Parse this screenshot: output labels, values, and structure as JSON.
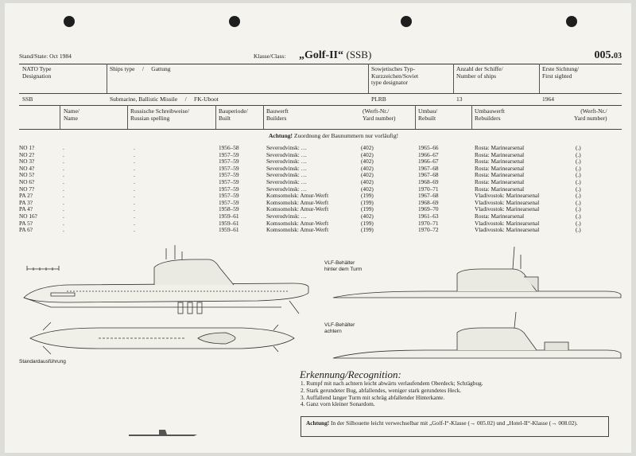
{
  "header": {
    "stand_label": "Stand/State: Oct 1984",
    "klasse_label": "Klasse/Class:",
    "class_name": "„Golf-II“",
    "class_suffix": "(SSB)",
    "doc_number_main": "005.",
    "doc_number_sub": "03"
  },
  "info_head": {
    "nato_type": "NATO Type\nDesignation",
    "ships_type": "Ships type     /     Gattung",
    "soviet_type": "Sowjetisches Typ-\nKurzzeichen/Soviet\ntype designator",
    "num_ships": "Anzahl der Schiffe/\nNumber of ships",
    "first_sighted": "Erste Sichtung/\nFirst sighted"
  },
  "info_values": {
    "nato_type": "SSB",
    "ships_type": "Submarine, Ballistic Missile     /     FK-Uboot",
    "soviet_type": "PLRB",
    "num_ships": "13",
    "first_sighted": "1964"
  },
  "col_heads": {
    "name": "Name/\nName",
    "russian": "Russische Schreibweise/\nRussian spelling",
    "built": "Bauperiode/\nBuilt",
    "builders": "Bauwerft\nBuilders",
    "yard": "(Werft-Nr./\nYard number)",
    "rebuilt": "Umbau/\nRebuilt",
    "rebuilders": "Umbauwerft\nRebuilders",
    "yard2": "(Werft-Nr./\nYard number)"
  },
  "achtung_line": {
    "bold": "Achtung!",
    "text": " Zuordnung der Baunummern nur vorläufig!"
  },
  "ships": [
    {
      "name": "NO 1?",
      "ru": ".",
      "built": "1956–58",
      "builder": "Severodvinsk: …",
      "yard": "(402)",
      "rebuilt": "1965–66",
      "rebuilder": "Rosta: Marinearsenal",
      "yard2": "(.)"
    },
    {
      "name": "NO 2?",
      "ru": ".",
      "built": "1957–59",
      "builder": "Severodvinsk: …",
      "yard": "(402)",
      "rebuilt": "1966–67",
      "rebuilder": "Rosta: Marinearsenal",
      "yard2": "(.)"
    },
    {
      "name": "NO 3?",
      "ru": ".",
      "built": "1957–59",
      "builder": "Severodvinsk: …",
      "yard": "(402)",
      "rebuilt": "1966–67",
      "rebuilder": "Rosta: Marinearsenal",
      "yard2": "(.)"
    },
    {
      "name": "NO 4?",
      "ru": ".",
      "built": "1957–59",
      "builder": "Severodvinsk: …",
      "yard": "(402)",
      "rebuilt": "1967–68",
      "rebuilder": "Rosta: Marinearsenal",
      "yard2": "(.)"
    },
    {
      "name": "NO 5?",
      "ru": ".",
      "built": "1957–59",
      "builder": "Severodvinsk: …",
      "yard": "(402)",
      "rebuilt": "1967–68",
      "rebuilder": "Rosta: Marinearsenal",
      "yard2": "(.)"
    },
    {
      "name": "NO 6?",
      "ru": ".",
      "built": "1957–59",
      "builder": "Severodvinsk: …",
      "yard": "(402)",
      "rebuilt": "1968–69",
      "rebuilder": "Rosta: Marinearsenal",
      "yard2": "(.)"
    },
    {
      "name": "NO 7?",
      "ru": ".",
      "built": "1957–59",
      "builder": "Severodvinsk: …",
      "yard": "(402)",
      "rebuilt": "1970–71",
      "rebuilder": "Rosta: Marinearsenal",
      "yard2": "(.)"
    },
    {
      "name": "PA 2?",
      "ru": ".",
      "built": "1957–59",
      "builder": "Komsomolsk: Amur-Werft",
      "yard": "(199)",
      "rebuilt": "1967–68",
      "rebuilder": "Vladivostok: Marinearsenal",
      "yard2": "(.)"
    },
    {
      "name": "PA 3?",
      "ru": ".",
      "built": "1957–59",
      "builder": "Komsomolsk: Amur-Werft",
      "yard": "(199)",
      "rebuilt": "1968–69",
      "rebuilder": "Vladivostok: Marinearsenal",
      "yard2": "(.)"
    },
    {
      "name": "PA 4?",
      "ru": ".",
      "built": "1958–59",
      "builder": "Komsomolsk: Amur-Werft",
      "yard": "(199)",
      "rebuilt": "1969–70",
      "rebuilder": "Vladivostok: Marinearsenal",
      "yard2": "(.)"
    },
    {
      "name": "NO 16?",
      "ru": ".",
      "built": "1959–61",
      "builder": "Severodvinsk: …",
      "yard": "(402)",
      "rebuilt": "1961–63",
      "rebuilder": "Rosta: Marinearsenal",
      "yard2": "(.)"
    },
    {
      "name": "PA 5?",
      "ru": ".",
      "built": "1959–61",
      "builder": "Komsomolsk: Amur-Werft",
      "yard": "(199)",
      "rebuilt": "1970–71",
      "rebuilder": "Vladivostok: Marinearsenal",
      "yard2": "(.)"
    },
    {
      "name": "PA 6?",
      "ru": ".",
      "built": "1959–61",
      "builder": "Komsomolsk: Amur-Werft",
      "yard": "(199)",
      "rebuilt": "1970–72",
      "rebuilder": "Vladivostok: Marinearsenal",
      "yard2": "(.)"
    }
  ],
  "captions": {
    "vlf_tower": "VLF-Behälter\nhinter dem Turm",
    "vlf_aft": "VLF-Behälter\nachtern",
    "standard": "Standardausführung"
  },
  "recognition": {
    "title": "Erkennung/Recognition:",
    "items": [
      "1. Rumpf mit nach achtern leicht abwärts verlaufendem Oberdeck; Schrägbug.",
      "2. Stark gerundeter Bug, abfallendes, weniger stark gerundetes Heck.",
      "3. Auffallend langer Turm mit schräg abfallender Hinterkante.",
      "4. Ganz vorn kleiner Sonardom."
    ]
  },
  "note": {
    "bold": "Achtung!",
    "text": " In der Silhouette leicht verwechselbar mit „Golf-I“-Klasse (→ 005.02) und „Hotel-II“-Klasse (→ 008.02)."
  }
}
